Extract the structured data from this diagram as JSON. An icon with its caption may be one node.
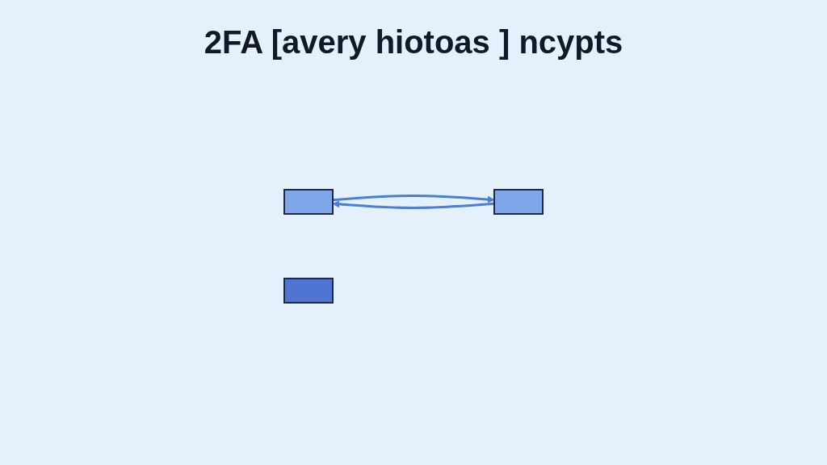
{
  "diagram": {
    "title": "2FA [avery hiotoas ] ncypts",
    "nodes": [
      {
        "text": [],
        "shape": "box"
      },
      {
        "text": [],
        "shape": "box"
      },
      {
        "text": [],
        "shape": "box"
      }
    ],
    "edges": [
      {
        "from": 0,
        "to": 2,
        "arrow": "to"
      },
      {
        "from": 2,
        "to": 0,
        "arrow": "to"
      }
    ]
  }
}
